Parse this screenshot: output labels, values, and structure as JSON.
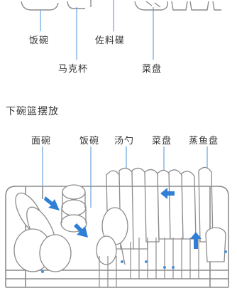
{
  "top_section": {
    "labels": {
      "rice_bowl": "饭碗",
      "condiment_dish": "佐料碟",
      "mug": "马克杯",
      "dish_plate": "菜盘"
    }
  },
  "bottom_section": {
    "heading": "下碗篮摆放",
    "labels": {
      "noodle_bowl": "面碗",
      "rice_bowl": "饭碗",
      "soup_spoon": "汤勺",
      "dish_plate": "菜盘",
      "fish_plate": "蒸鱼盘"
    }
  },
  "colors": {
    "leader_line": "#4a90d9",
    "arrow": "#2f7fd6",
    "rack_wire": "#8c8c8c",
    "text": "#333333"
  }
}
